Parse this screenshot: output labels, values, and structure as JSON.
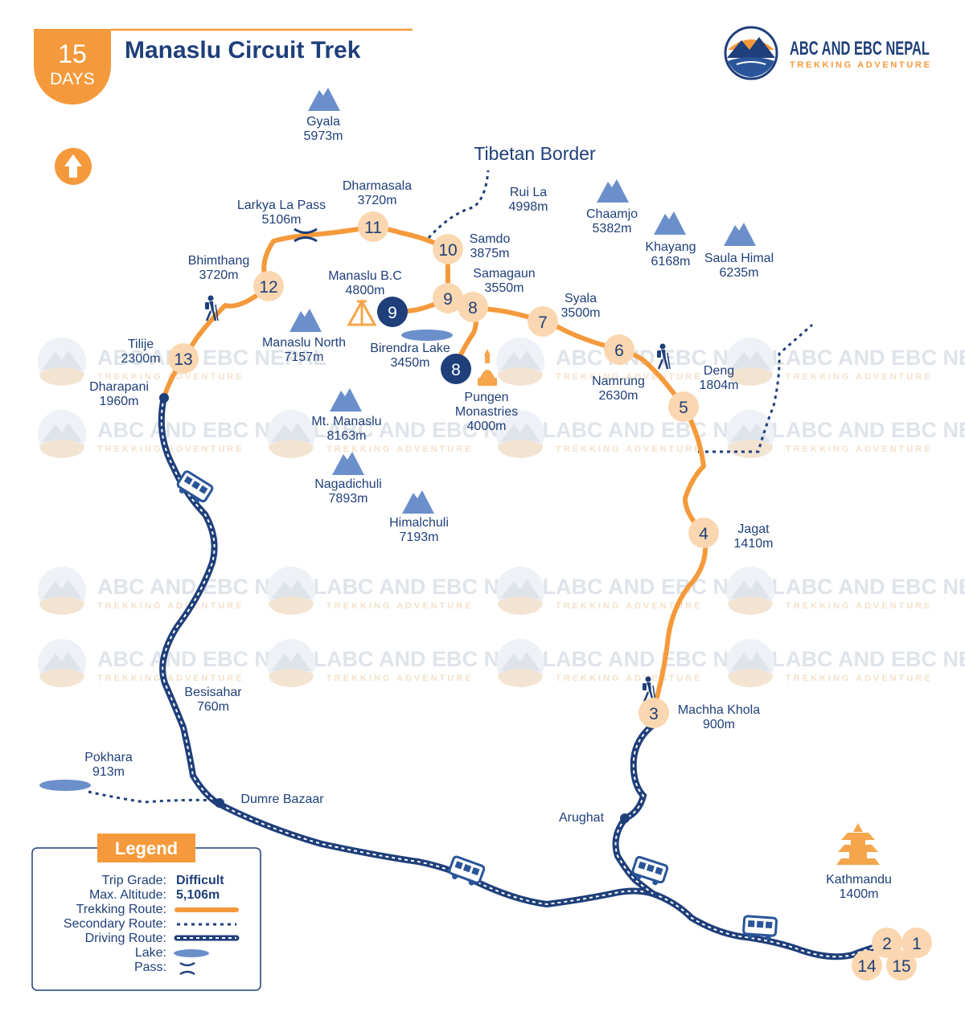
{
  "header": {
    "days_number": "15",
    "days_label": "DAYS",
    "title": "Manaslu Circuit Trek"
  },
  "brand": {
    "name": "ABC AND EBC NEPAL",
    "tagline": "TREKKING ADVENTURE"
  },
  "border_label": "Tibetan Border",
  "peaks": [
    {
      "name": "Gyala",
      "alt": "5973m"
    },
    {
      "name": "Chaamjo",
      "alt": "5382m"
    },
    {
      "name": "Khayang",
      "alt": "6168m"
    },
    {
      "name": "Saula Himal",
      "alt": "6235m"
    },
    {
      "name": "Manaslu North",
      "alt": "7157m"
    },
    {
      "name": "Mt. Manaslu",
      "alt": "8163m"
    },
    {
      "name": "Nagadichuli",
      "alt": "7893m"
    },
    {
      "name": "Himalchuli",
      "alt": "7193m"
    }
  ],
  "places": {
    "rui_la": {
      "name": "Rui La",
      "alt": "4998m"
    },
    "dharmasala": {
      "name": "Dharmasala",
      "alt": "3720m"
    },
    "larkya": {
      "name": "Larkya La Pass",
      "alt": "5106m"
    },
    "bhimthang": {
      "name": "Bhimthang",
      "alt": "3720m"
    },
    "samdo": {
      "name": "Samdo",
      "alt": "3875m"
    },
    "samagaun": {
      "name": "Samagaun",
      "alt": "3550m"
    },
    "manaslu_bc": {
      "name": "Manaslu B.C",
      "alt": "4800m"
    },
    "birendra": {
      "name": "Birendra Lake",
      "alt": "3450m"
    },
    "pungen": {
      "name": "Pungen",
      "name2": "Monastries",
      "alt": "4000m"
    },
    "syala": {
      "name": "Syala",
      "alt": "3500m"
    },
    "namrung": {
      "name": "Namrung",
      "alt": "2630m"
    },
    "deng": {
      "name": "Deng",
      "alt": "1804m"
    },
    "jagat": {
      "name": "Jagat",
      "alt": "1410m"
    },
    "tilije": {
      "name": "Tilije",
      "alt": "2300m"
    },
    "dharapani": {
      "name": "Dharapani",
      "alt": "1960m"
    },
    "besisahar": {
      "name": "Besisahar",
      "alt": "760m"
    },
    "pokhara": {
      "name": "Pokhara",
      "alt": "913m"
    },
    "dumre": {
      "name": "Dumre Bazaar"
    },
    "arughat": {
      "name": "Arughat"
    },
    "machha": {
      "name": "Machha Khola",
      "alt": "900m"
    },
    "kathmandu": {
      "name": "Kathmandu",
      "alt": "1400m"
    }
  },
  "stops": {
    "s1": "1",
    "s2": "2",
    "s3": "3",
    "s4": "4",
    "s5": "5",
    "s6": "6",
    "s7": "7",
    "s8": "8",
    "s8b": "8",
    "s9": "9",
    "s9b": "9",
    "s10": "10",
    "s11": "11",
    "s12": "12",
    "s13": "13",
    "s14": "14",
    "s15": "15"
  },
  "legend": {
    "title": "Legend",
    "rows": [
      {
        "label": "Trip Grade:",
        "value": "Difficult"
      },
      {
        "label": "Max. Altitude:",
        "value": "5,106m"
      },
      {
        "label": "Trekking Route:"
      },
      {
        "label": "Secondary Route:"
      },
      {
        "label": "Driving Route:"
      },
      {
        "label": "Lake:"
      },
      {
        "label": "Pass:"
      }
    ]
  },
  "colors": {
    "orange": "#f59a3c",
    "peach": "#fad7b0",
    "navy": "#1f3f7a",
    "blue": "#2a559a",
    "peak": "#6b8fcb"
  }
}
